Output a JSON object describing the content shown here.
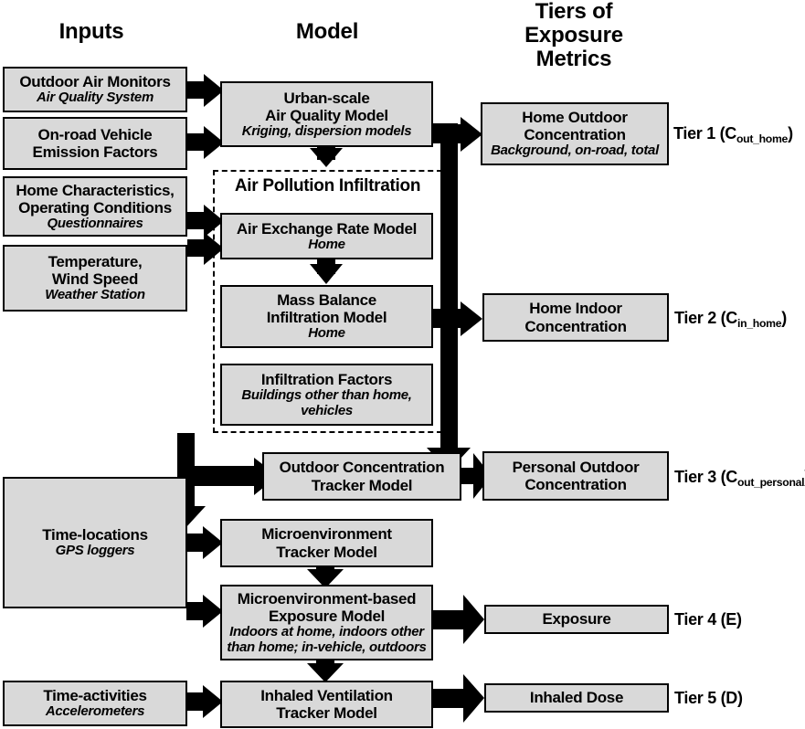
{
  "figure": {
    "headings": [
      {
        "id": "inputs",
        "label": "Inputs"
      },
      {
        "id": "model",
        "label": "Model"
      },
      {
        "id": "tiers",
        "label": "Tiers of\nExposure\nMetrics"
      }
    ],
    "group_frame_title": "Air Pollution Infiltration",
    "colors": {
      "box_fill": "#d9d9d9",
      "box_stroke": "#000000",
      "arrow": "#000000",
      "background": "#ffffff",
      "text": "#000000"
    },
    "inputs": [
      {
        "id": "outdoor-air-monitors",
        "title": "Outdoor Air Monitors",
        "subtitle": "Air Quality System"
      },
      {
        "id": "on-road-vehicle",
        "title": "On-road Vehicle\nEmission Factors",
        "subtitle": ""
      },
      {
        "id": "home-characteristics",
        "title": "Home Characteristics,\nOperating Conditions",
        "subtitle": "Questionnaires"
      },
      {
        "id": "temperature-wind",
        "title": "Temperature,\nWind Speed",
        "subtitle": "Weather Station"
      },
      {
        "id": "time-locations",
        "title": "Time-locations",
        "subtitle": "GPS loggers"
      },
      {
        "id": "time-activities",
        "title": "Time-activities",
        "subtitle": "Accelerometers"
      }
    ],
    "models": [
      {
        "id": "urban-scale-air-quality-model",
        "title": "Urban-scale\nAir Quality Model",
        "subtitle": "Kriging, dispersion models"
      },
      {
        "id": "air-exchange-rate-model",
        "title": "Air Exchange Rate Model",
        "subtitle": "Home"
      },
      {
        "id": "mass-balance-infiltration-model",
        "title": "Mass Balance\nInfiltration Model",
        "subtitle": "Home"
      },
      {
        "id": "infiltration-factors",
        "title": "Infiltration Factors",
        "subtitle": "Buildings other than home,\nvehicles"
      },
      {
        "id": "outdoor-concentration-tracker-model",
        "title": "Outdoor Concentration\nTracker Model",
        "subtitle": ""
      },
      {
        "id": "microenvironment-tracker-model",
        "title": "Microenvironment\nTracker Model",
        "subtitle": ""
      },
      {
        "id": "microenvironment-based-exposure-model",
        "title": "Microenvironment-based\nExposure Model",
        "subtitle": "Indoors at home, indoors other\nthan home; in-vehicle, outdoors"
      },
      {
        "id": "inhaled-ventilation-tracker-model",
        "title": "Inhaled Ventilation\nTracker Model",
        "subtitle": ""
      }
    ],
    "outputs": [
      {
        "id": "home-outdoor-concentration",
        "title": "Home Outdoor\nConcentration",
        "subtitle": "Background, on-road, total",
        "tier_prefix": "Tier 1 (C",
        "tier_sub": "out_home",
        "tier_suffix": ")"
      },
      {
        "id": "home-indoor-concentration",
        "title": "Home Indoor\nConcentration",
        "subtitle": "",
        "tier_prefix": "Tier 2 (C",
        "tier_sub": "in_home",
        "tier_suffix": ")"
      },
      {
        "id": "personal-outdoor-concentration",
        "title": "Personal Outdoor\nConcentration",
        "subtitle": "",
        "tier_prefix": "Tier 3 (C",
        "tier_sub": "out_personal",
        "tier_suffix": ")"
      },
      {
        "id": "exposure",
        "title": "Exposure",
        "subtitle": "",
        "tier_prefix": "Tier 4 (E)",
        "tier_sub": "",
        "tier_suffix": ""
      },
      {
        "id": "inhaled-dose",
        "title": "Inhaled Dose",
        "subtitle": "",
        "tier_prefix": "Tier 5 (D)",
        "tier_sub": "",
        "tier_suffix": ""
      }
    ]
  }
}
